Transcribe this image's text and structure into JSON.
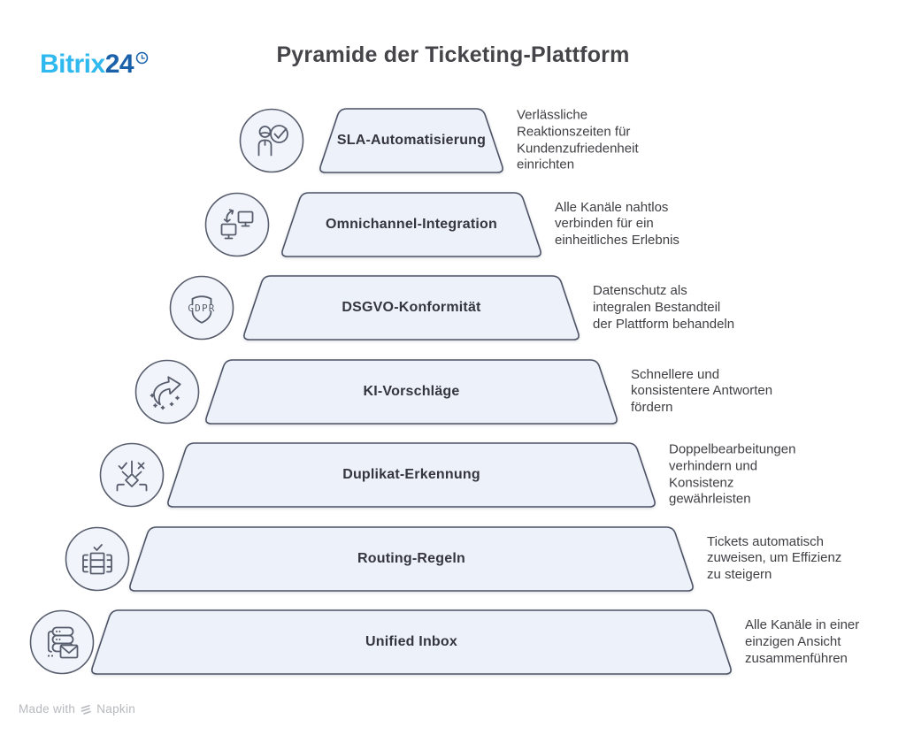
{
  "logo": {
    "brand_primary": "Bitrix",
    "brand_suffix": "24",
    "primary_color": "#2fb9ee",
    "suffix_color": "#1a61a9"
  },
  "title": {
    "text": "Pyramide der Ticketing-Plattform"
  },
  "pyramid": {
    "colors": {
      "shape_fill": "#edf1fa",
      "shape_border": "#4d5364",
      "icon_circle_fill": "#f1f5fb",
      "icon_stroke": "#575d6c",
      "label_color": "#34353e",
      "desc_color": "#3e3e43"
    },
    "levels": [
      {
        "label": "SLA-Automatisierung",
        "icon": "person-check-icon",
        "desc_lines": [
          "Verlässliche",
          "Reaktionszeiten für",
          "Kundenzufriedenheit",
          "einrichten"
        ]
      },
      {
        "label": "Omnichannel-Integration",
        "icon": "monitors-sync-icon",
        "desc_lines": [
          "Alle Kanäle nahtlos",
          "verbinden für ein",
          "einheitliches Erlebnis"
        ]
      },
      {
        "label": "DSGVO-Konformität",
        "icon": "gdpr-shield-icon",
        "icon_text": "GDPR",
        "desc_lines": [
          "Datenschutz als",
          "integralen Bestandteil",
          "der Plattform behandeln"
        ]
      },
      {
        "label": "KI-Vorschläge",
        "icon": "ai-arrow-sparkles-icon",
        "desc_lines": [
          "Schnellere und",
          "konsistentere Antworten",
          "fördern"
        ]
      },
      {
        "label": "Duplikat-Erkennung",
        "icon": "decision-check-x-icon",
        "desc_lines": [
          "Doppelbearbeitungen",
          "verhindern und",
          "Konsistenz",
          "gewährleisten"
        ]
      },
      {
        "label": "Routing-Regeln",
        "icon": "table-check-icon",
        "desc_lines": [
          "Tickets automatisch",
          "zuweisen, um Effizienz",
          "zu steigern"
        ]
      },
      {
        "label": "Unified Inbox",
        "icon": "servers-mail-icon",
        "desc_lines": [
          "Alle Kanäle in einer",
          "einzigen Ansicht",
          "zusammenführen"
        ]
      }
    ]
  },
  "footer": {
    "prefix": "Made with",
    "brand": "Napkin"
  }
}
